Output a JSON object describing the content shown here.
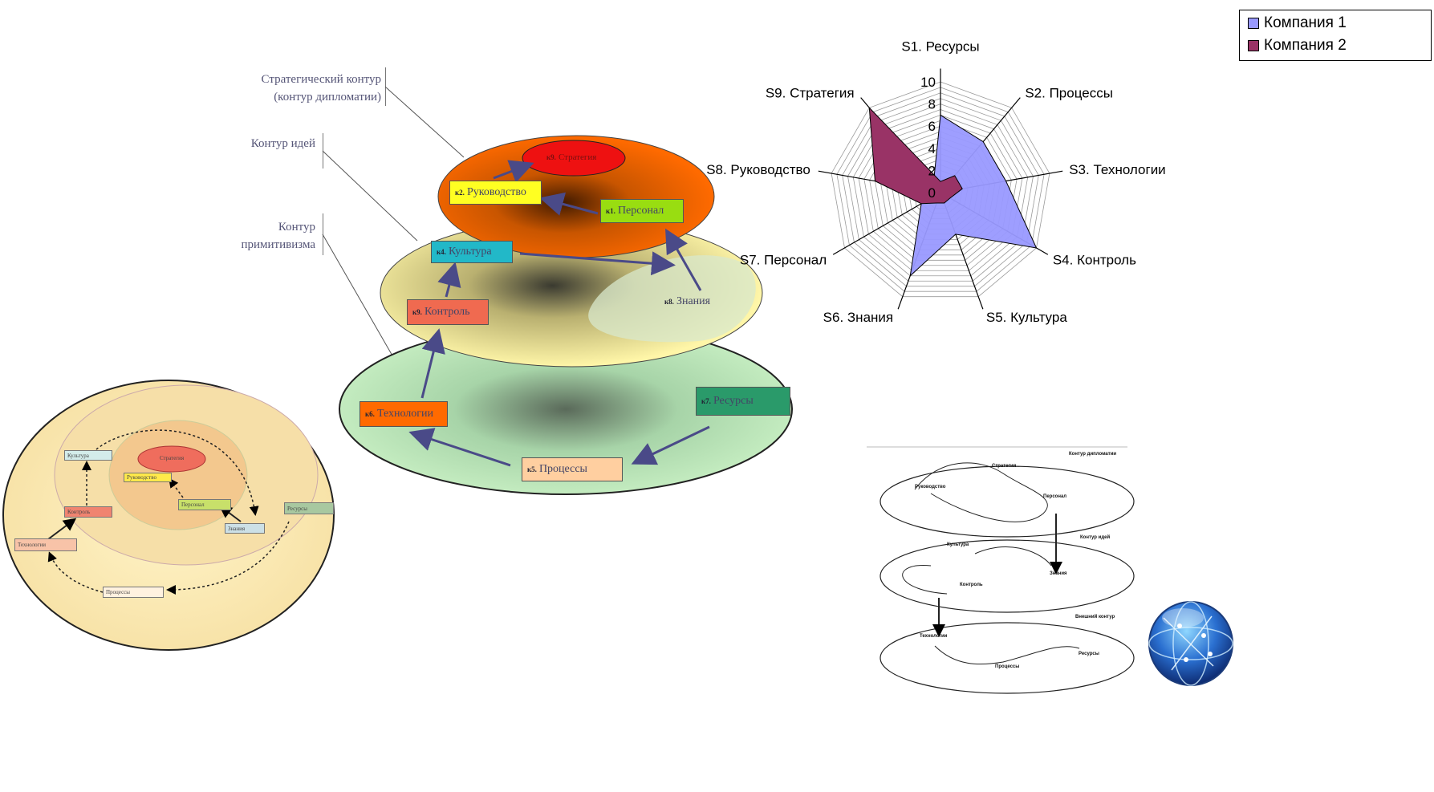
{
  "contour_labels": {
    "strategic": [
      "Стратегический контур",
      "(контур дипломатии)"
    ],
    "ideas": "Контур идей",
    "primitivism": [
      "Контур",
      "примитивизма"
    ]
  },
  "main_diagram": {
    "top": {
      "strategy": {
        "code": "к9.",
        "label": "Стратегия"
      },
      "leadership": {
        "code": "к2.",
        "label": "Руководство"
      },
      "personnel": {
        "code": "к1.",
        "label": "Персонал"
      }
    },
    "middle": {
      "culture": {
        "code": "к4.",
        "label": "Культура"
      },
      "control": {
        "code": "к9.",
        "label": "Контроль"
      },
      "knowledge": {
        "code": "к8.",
        "label": "Знания"
      }
    },
    "bottom": {
      "technology": {
        "code": "к6.",
        "label": "Технологии"
      },
      "resources": {
        "code": "к7.",
        "label": "Ресурсы"
      },
      "processes": {
        "code": "к5.",
        "label": "Процессы"
      }
    }
  },
  "mini_diagram": {
    "strategy": "Стратегия",
    "leadership": "Руководство",
    "personnel": "Персонал",
    "culture": "Культура",
    "control": "Контроль",
    "knowledge": "Знания",
    "technology": "Технологии",
    "resources": "Ресурсы",
    "processes": "Процессы"
  },
  "legend": [
    {
      "name": "Компания 1",
      "color": "#9999ff"
    },
    {
      "name": "Компания 2",
      "color": "#993366"
    }
  ],
  "chart_data": {
    "type": "radar",
    "categories": [
      "S1. Ресурсы",
      "S2. Процессы",
      "S3. Технологии",
      "S4. Контроль",
      "S5. Культура",
      "S6. Знания",
      "S7. Персонал",
      "S8. Руководство",
      "S9. Стратегия"
    ],
    "ticks": [
      "0",
      "2",
      "4",
      "6",
      "8",
      "10"
    ],
    "range": [
      0,
      10
    ],
    "series": [
      {
        "name": "Компания 1",
        "color": "#9999ff",
        "values": [
          7,
          6,
          6,
          10,
          4,
          8,
          2,
          1,
          1
        ]
      },
      {
        "name": "Компания 2",
        "color": "#993366",
        "values": [
          1,
          2,
          2,
          1,
          1,
          1,
          2,
          6,
          10
        ]
      }
    ]
  },
  "flow_diagram": {
    "labels": {
      "diplomacy": "Контур дипломатии",
      "strategy": "Стратегия",
      "leadership": "Руководство",
      "personnel": "Персонал",
      "ideas": "Контур идей",
      "culture": "Культура",
      "knowledge": "Знания",
      "control": "Контроль",
      "inner": "Внешний контур",
      "technology": "Технологии",
      "resources": "Ресурсы",
      "processes": "Процессы"
    }
  },
  "globe_icon": "network-globe-icon"
}
